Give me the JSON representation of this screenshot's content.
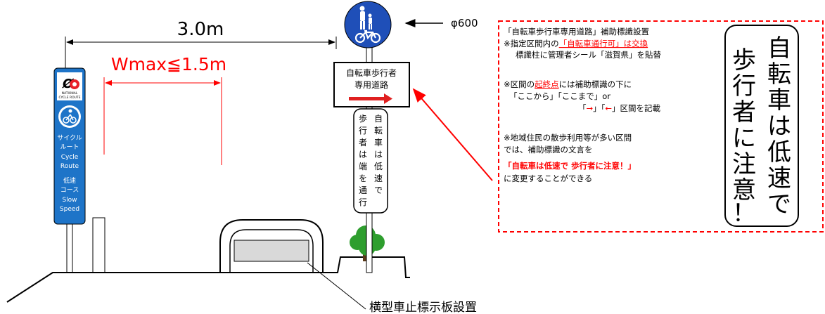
{
  "dims": {
    "width_label": "3.0m",
    "wmax_label": "Wmax≦1.5m",
    "phi_label": "φ600"
  },
  "cycle_sign": {
    "logo_text": "NATIONAL",
    "logo_text2": "CYCLE ROUTE",
    "jp_lines": [
      "サイクル",
      "ルート"
    ],
    "en_lines": [
      "Cycle",
      "Route"
    ],
    "jp_lines2": [
      "低速",
      "コース"
    ],
    "en_lines2": [
      "Slow",
      "Speed"
    ]
  },
  "aux_sign": {
    "lines": [
      "自転車歩行者",
      "専用道路"
    ]
  },
  "vertical_sign": {
    "col_right": [
      "自",
      "転",
      "車",
      "は",
      "低",
      "速",
      "で"
    ],
    "col_left": [
      "歩",
      "行",
      "者",
      "は",
      "端",
      "を",
      "通",
      "行"
    ]
  },
  "note": {
    "line1": "「自転車歩行車専用道路」補助標識設置",
    "line2_prefix": "※指定区間内の",
    "line2_red": "「自転車通行可」は交換",
    "line3": "標識柱に管理者シール「滋賀県」を貼替",
    "line4_prefix": "※区間の",
    "line4_red": "起終点",
    "line4_suffix": "には補助標識の下に",
    "line5": "「ここから」「ここまで」or",
    "line6_a": "「",
    "line6_arrow1": "→",
    "line6_b": "」「",
    "line6_arrow2": "←",
    "line6_c": "」区間を記載",
    "line7": "※地域住民の散歩利用等が多い区間",
    "line8": "では、補助標識の文言を",
    "line9_red": "「自転車は低速で  歩行者に注意！」",
    "line10": "に変更することができる"
  },
  "big_sign": {
    "col_right": [
      "自",
      "転",
      "車",
      "は",
      "低",
      "速",
      "で"
    ],
    "col_left": [
      "歩",
      "行",
      "者",
      "に",
      "注",
      "意",
      "！"
    ]
  },
  "bottom_label": "横型車止標示板設置",
  "colors": {
    "red": "#ff0000",
    "blue": "#1e74c8",
    "sign_blue": "#1f4fb8",
    "dark": "#222222"
  }
}
